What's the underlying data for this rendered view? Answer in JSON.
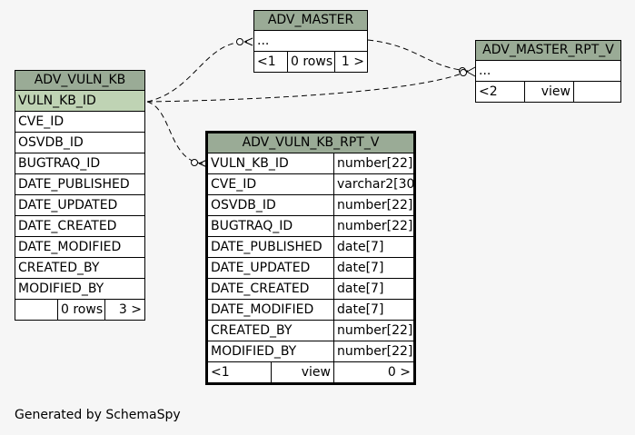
{
  "tables": {
    "adv_master": {
      "title": "ADV_MASTER",
      "columns": [
        "..."
      ],
      "footer": {
        "left": "<1",
        "mid": "0 rows",
        "right": "1 >"
      }
    },
    "adv_master_rpt_v": {
      "title": "ADV_MASTER_RPT_V",
      "columns": [
        "..."
      ],
      "footer": {
        "left": "<2",
        "mid": "view",
        "right": ""
      }
    },
    "adv_vuln_kb": {
      "title": "ADV_VULN_KB",
      "columns": [
        "VULN_KB_ID",
        "CVE_ID",
        "OSVDB_ID",
        "BUGTRAQ_ID",
        "DATE_PUBLISHED",
        "DATE_UPDATED",
        "DATE_CREATED",
        "DATE_MODIFIED",
        "CREATED_BY",
        "MODIFIED_BY"
      ],
      "footer": {
        "left": "",
        "mid": "0 rows",
        "right": "3 >"
      }
    },
    "adv_vuln_kb_rpt_v": {
      "title": "ADV_VULN_KB_RPT_V",
      "columns": [
        {
          "name": "VULN_KB_ID",
          "type": "number[22]"
        },
        {
          "name": "CVE_ID",
          "type": "varchar2[30]"
        },
        {
          "name": "OSVDB_ID",
          "type": "number[22]"
        },
        {
          "name": "BUGTRAQ_ID",
          "type": "number[22]"
        },
        {
          "name": "DATE_PUBLISHED",
          "type": "date[7]"
        },
        {
          "name": "DATE_UPDATED",
          "type": "date[7]"
        },
        {
          "name": "DATE_CREATED",
          "type": "date[7]"
        },
        {
          "name": "DATE_MODIFIED",
          "type": "date[7]"
        },
        {
          "name": "CREATED_BY",
          "type": "number[22]"
        },
        {
          "name": "MODIFIED_BY",
          "type": "number[22]"
        }
      ],
      "footer": {
        "left": "<1",
        "mid": "view",
        "right": "0 >"
      }
    }
  },
  "footer_text": "Generated by SchemaSpy",
  "colors": {
    "header": "#9aab96",
    "primary_key": "#bfd3b4",
    "background": "#f6f6f6"
  }
}
